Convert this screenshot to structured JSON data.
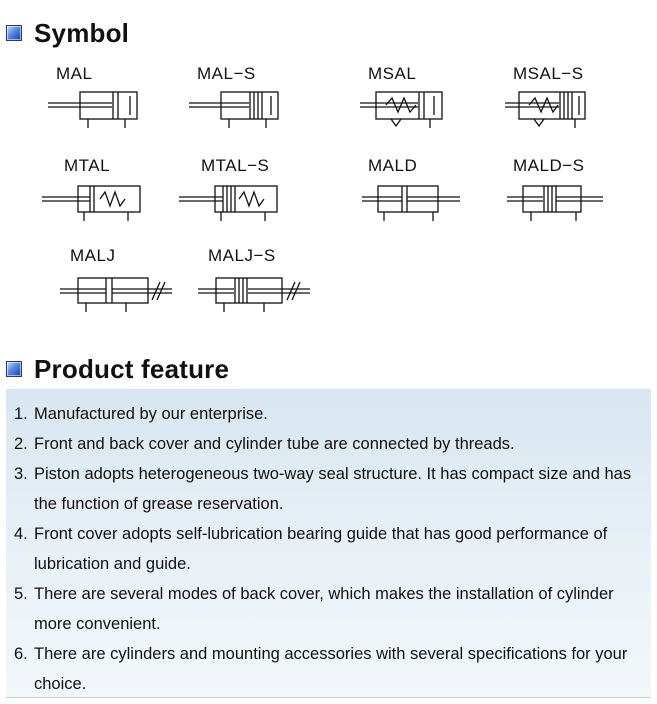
{
  "symbol_section": {
    "title": "Symbol",
    "symbols": [
      {
        "id": "mal",
        "label": "MAL"
      },
      {
        "id": "mal-s",
        "label": "MAL−S"
      },
      {
        "id": "msal",
        "label": "MSAL"
      },
      {
        "id": "msal-s",
        "label": "MSAL−S"
      },
      {
        "id": "mtal",
        "label": "MTAL"
      },
      {
        "id": "mtal-s",
        "label": "MTAL−S"
      },
      {
        "id": "mald",
        "label": "MALD"
      },
      {
        "id": "mald-s",
        "label": "MALD−S"
      },
      {
        "id": "malj",
        "label": "MALJ"
      },
      {
        "id": "malj-s",
        "label": "MALJ−S"
      }
    ]
  },
  "feature_section": {
    "title": "Product feature",
    "items": [
      {
        "num": "1.",
        "text": "Manufactured by our enterprise."
      },
      {
        "num": "2.",
        "text": "Front and back cover and cylinder tube are connected by threads."
      },
      {
        "num": "3.",
        "text": "Piston adopts heterogeneous two-way seal structure. It has compact size and has the function of grease reservation."
      },
      {
        "num": "4.",
        "text": "Front cover adopts self-lubrication bearing guide that has good performance of lubrication and guide."
      },
      {
        "num": "5.",
        "text": "There are several modes of back cover, which makes the installation of cylinder more convenient."
      },
      {
        "num": "6.",
        "text": "There are cylinders and mounting accessories with several specifications for your choice."
      }
    ]
  },
  "colors": {
    "bullet": "#3a5fcd",
    "panel": "#dfeaf2",
    "ink": "#111111"
  }
}
